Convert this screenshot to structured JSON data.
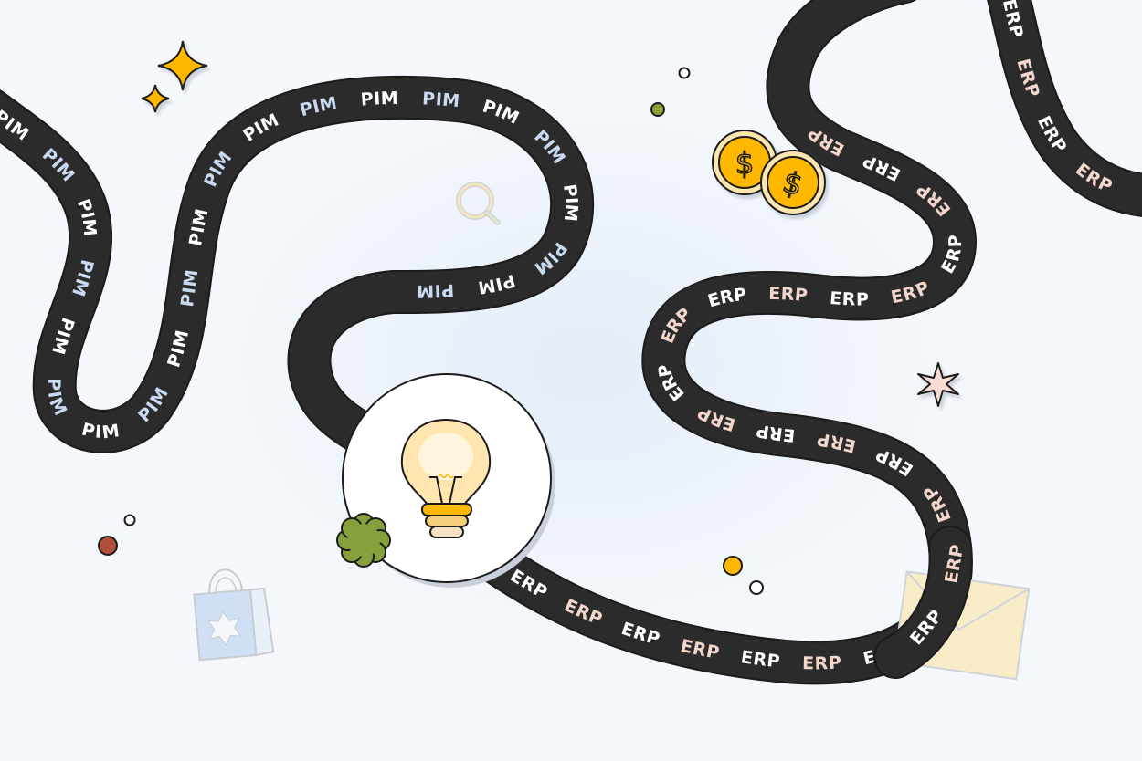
{
  "illustration": {
    "subject": "Winding roads from PIM to a lightbulb idea and on to ERP",
    "road_left": {
      "label": "PIM",
      "label_colors": [
        "#ffffff",
        "#c9daf0"
      ]
    },
    "road_right": {
      "label": "ERP",
      "label_colors": [
        "#ffffff",
        "#f3d6cb"
      ]
    },
    "center_badge": {
      "icon": "lightbulb-icon"
    },
    "decorations": [
      {
        "icon": "sparkle-icon",
        "color": "#ffb800"
      },
      {
        "icon": "magnifier-icon",
        "color": "#f5e6c0"
      },
      {
        "icon": "coin-dollar-icon",
        "symbol": "$",
        "color": "#ffb800"
      },
      {
        "icon": "star-burst-icon",
        "color": "#f6dcd2"
      },
      {
        "icon": "envelope-icon",
        "color": "#f8ebc8"
      },
      {
        "icon": "shopping-bag-icon",
        "color": "#cfe0f5"
      },
      {
        "icon": "flower-icon",
        "color": "#86a13b"
      }
    ],
    "colors": {
      "background": "#f4f8fc",
      "road": "#2b2b2b",
      "accent_yellow": "#ffb800",
      "accent_green": "#86a13b",
      "accent_red": "#b24e3c"
    }
  }
}
